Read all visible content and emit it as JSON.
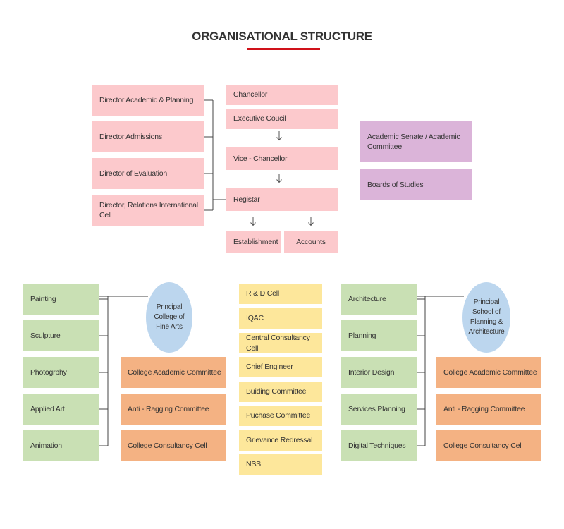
{
  "title": "ORGANISATIONAL STRUCTURE",
  "colors": {
    "accent": "#d0121a",
    "pink": "#fcc9cc",
    "purple": "#dbb4d9",
    "green": "#c9e0b4",
    "orange": "#f4b283",
    "yellow": "#fde79b",
    "blue": "#bcd6ee"
  },
  "directors": [
    "Director Academic & Planning",
    "Director Admissions",
    "Director of Evaluation",
    "Director, Relations International Cell"
  ],
  "central_chain": {
    "chancellor": "Chancellor",
    "executive_council": "Executive Coucil",
    "vice_chancellor": "Vice - Chancellor",
    "registrar": "Registar",
    "establishment": "Establishment",
    "accounts": "Accounts"
  },
  "academic": {
    "senate": "Academic Senate / Academic Committee",
    "boards": "Boards of Studies"
  },
  "fine_arts": {
    "principal": "Principal College of Fine Arts",
    "departments": [
      "Painting",
      "Sculpture",
      "Photogrphy",
      "Applied Art",
      "Animation"
    ],
    "committees": [
      "College Academic Committee",
      "Anti - Ragging Committee",
      "College Consultancy Cell"
    ]
  },
  "cells": [
    "R & D Cell",
    "IQAC",
    "Central Consultancy Cell",
    "Chief Engineer",
    "Buiding Committee",
    "Puchase Committee",
    "Grievance Redressal",
    "NSS"
  ],
  "planning_architecture": {
    "principal": "Principal School of Planning & Architecture",
    "departments": [
      "Architecture",
      "Planning",
      "Interior Design",
      "Services Planning",
      "Digital Techniques"
    ],
    "committees": [
      "College Academic Committee",
      "Anti - Ragging Committee",
      "College Consultancy Cell"
    ]
  }
}
